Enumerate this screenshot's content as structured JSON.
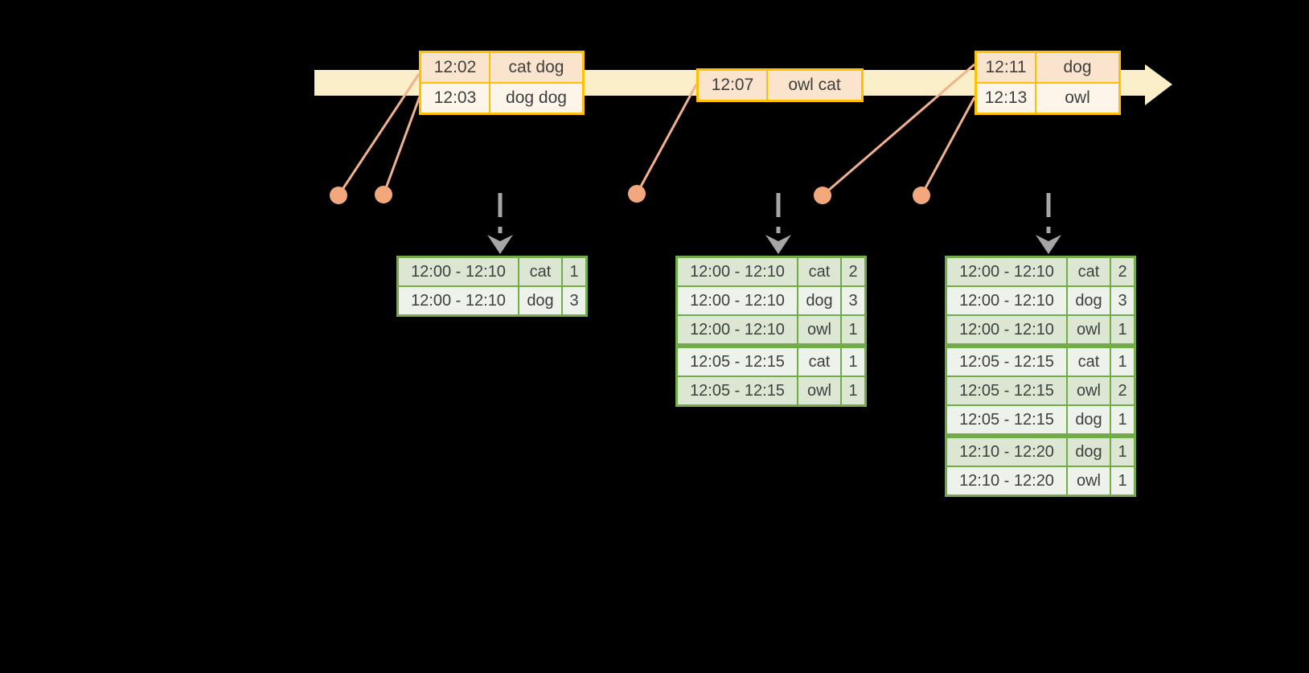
{
  "canvas": {
    "background": "#000000"
  },
  "timeline": {
    "colors": {
      "band": "#FAEFC8",
      "table_border": "#FFC000",
      "row_peach": "#FAE4CE",
      "row_cream": "#FDF5EA",
      "connector_line": "#F1B18C",
      "event_dot": "#F2A87C"
    },
    "event_tables": [
      {
        "rows": [
          {
            "time": "12:02",
            "words": "cat dog"
          },
          {
            "time": "12:03",
            "words": "dog dog"
          }
        ]
      },
      {
        "rows": [
          {
            "time": "12:07",
            "words": "owl cat"
          }
        ]
      },
      {
        "rows": [
          {
            "time": "12:11",
            "words": "dog"
          },
          {
            "time": "12:13",
            "words": "owl"
          }
        ]
      }
    ]
  },
  "result_tables": {
    "colors": {
      "border": "#72AC49",
      "row_dark": "#DBE7D3",
      "row_light": "#EDF2EA",
      "trigger_arrow": "#A6A6A6"
    },
    "tables": [
      {
        "rows": [
          {
            "window": "12:00 - 12:10",
            "word": "cat",
            "count": "1"
          },
          {
            "window": "12:00 - 12:10",
            "word": "dog",
            "count": "3"
          }
        ]
      },
      {
        "rows": [
          {
            "window": "12:00 - 12:10",
            "word": "cat",
            "count": "2"
          },
          {
            "window": "12:00 - 12:10",
            "word": "dog",
            "count": "3"
          },
          {
            "window": "12:00 - 12:10",
            "word": "owl",
            "count": "1"
          },
          {
            "window": "12:05 - 12:15",
            "word": "cat",
            "count": "1"
          },
          {
            "window": "12:05 - 12:15",
            "word": "owl",
            "count": "1"
          }
        ]
      },
      {
        "rows": [
          {
            "window": "12:00 - 12:10",
            "word": "cat",
            "count": "2"
          },
          {
            "window": "12:00 - 12:10",
            "word": "dog",
            "count": "3"
          },
          {
            "window": "12:00 - 12:10",
            "word": "owl",
            "count": "1"
          },
          {
            "window": "12:05 - 12:15",
            "word": "cat",
            "count": "1"
          },
          {
            "window": "12:05 - 12:15",
            "word": "owl",
            "count": "2"
          },
          {
            "window": "12:05 - 12:15",
            "word": "dog",
            "count": "1"
          },
          {
            "window": "12:10 - 12:20",
            "word": "dog",
            "count": "1"
          },
          {
            "window": "12:10 - 12:20",
            "word": "owl",
            "count": "1"
          }
        ]
      }
    ]
  }
}
